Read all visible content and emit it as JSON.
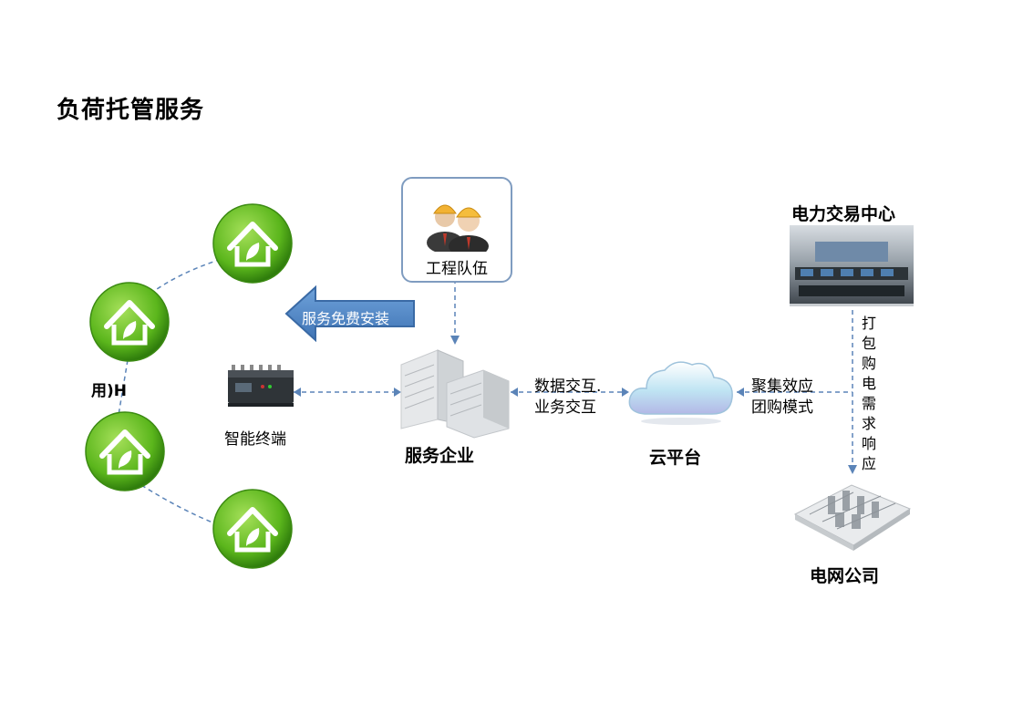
{
  "title": "负荷托管服务",
  "nodes": {
    "engineering_team": "工程队伍",
    "smart_terminal": "智能终端",
    "service_enterprise": "服务企业",
    "cloud_platform": "云平台",
    "power_trading_center": "电力交易中心",
    "grid_company": "电网公司",
    "user_partial": "用)H"
  },
  "arrow_banner": "服务免费安装",
  "edges": {
    "data_exchange_1": "数据交互.",
    "data_exchange_2": "业务交互",
    "aggregation_1": "聚集效应",
    "aggregation_2": "团购模式",
    "demand_response_chars": [
      "打",
      "包",
      "购",
      "电",
      "需",
      "求",
      "响",
      "应"
    ]
  },
  "colors": {
    "house_green": "#5bb61c",
    "dash_blue": "#5b84b8",
    "arrow_blue": "#4f87c7",
    "team_border": "#7f9cc0"
  }
}
